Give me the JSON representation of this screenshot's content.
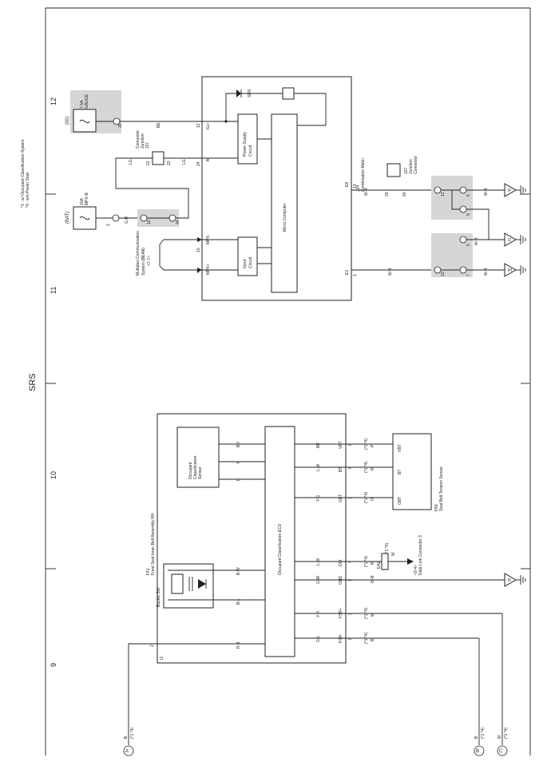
{
  "header": {
    "section": "SRS",
    "notes": [
      "*1 : w/ Occupant Classification System",
      "*4 : w/o Power Seat"
    ]
  },
  "grid": [
    "9",
    "10",
    "11",
    "12"
  ],
  "components": {
    "ecu_assembly": {
      "code": "F41",
      "name": "Front Seat Inner Belt Assembly RH",
      "connector": "I2"
    },
    "buckle_sw": "Buckle SW",
    "occupant_sensor": [
      "Occupant",
      "Classification",
      "Sensor"
    ],
    "occupant_ecu": "Occupant Classification ECU",
    "tension_sensor": {
      "code": "F59",
      "name": "Seat Belt Tension Sensor",
      "pins": [
        "VBT",
        "BT",
        "GBT"
      ]
    },
    "combination_meter": {
      "code": "J34",
      "name": "Combination Meter"
    },
    "micro_computer": "Micro Computer",
    "power_supply": [
      "Power Supply",
      "Circuit"
    ],
    "input_circuit": [
      "Input",
      "Circuit"
    ],
    "srs_lamp": "SRS",
    "junction_connector": [
      "J27",
      "Junction",
      "Connector"
    ],
    "fuse_ig": [
      "7.5A",
      "GAUGE"
    ],
    "fuse_bat": [
      "10A",
      "MPX-B"
    ],
    "multiplex": [
      "Multiplex Communication",
      "System (BEAN)",
      "<7-7>"
    ],
    "dlc": [
      "<9-4>",
      "Data Link Connector 3"
    ]
  },
  "ecu_terminals": [
    "VBT",
    "BT",
    "GBT",
    "DIA",
    "GND",
    "FSR+",
    "FSR-"
  ],
  "ecu_pins": [
    "6",
    "5",
    "7",
    "4",
    "1",
    "3",
    "8"
  ],
  "ecu_inner_wires": [
    "BR",
    "L-W",
    "Y-G",
    "L-W",
    "G-W",
    "Y-R",
    "G-L"
  ],
  "outer_wires": [
    "P",
    "R",
    "O",
    "W",
    "W-B",
    "W",
    "B"
  ],
  "note_tag": "(*1 *4)",
  "sensor_wires": [
    "BR",
    "Y",
    "L"
  ],
  "buckle_wires": [
    "B-W",
    "B-L"
  ],
  "meter_terminals": [
    "IG+",
    "B",
    "MPX-",
    "MPX+",
    "E2",
    "E8"
  ],
  "meter_pins": [
    "12",
    "24",
    "10",
    "4",
    "1",
    "13"
  ],
  "meter_wires": [
    "BE",
    "LG",
    "LG",
    "W-B",
    "W-B"
  ],
  "pigtails": [
    {
      "letter": "A",
      "color": "B",
      "note": "(*1 *4)"
    },
    {
      "letter": "B",
      "color": "B",
      "note": "(*1 *4)"
    },
    {
      "letter": "C",
      "color": "W",
      "note": "(*1 *4)"
    }
  ],
  "grounds": [
    "IF",
    "I2",
    "IH"
  ],
  "labels": {
    "ig": "(IG)",
    "bat": "(BAT)",
    "gr": "G-R",
    "dia_tag": "(*1 *4)",
    "dlc_pin": "EA2",
    "j27_pin_a": "22",
    "j27_pin_b": "23",
    "j27_pin_c": "29",
    "j27_pin_d": "60",
    "fuse_pin_ig": "26",
    "fuse_pin_bat": "2",
    "conn_12": "12",
    "conn_10": "10",
    "conn_34": "34",
    "conn_8": "8",
    "conn_9": "9",
    "conn_5": "5",
    "conn_7": "7",
    "wb": "W-B",
    "ecu_pin_2": "2"
  }
}
